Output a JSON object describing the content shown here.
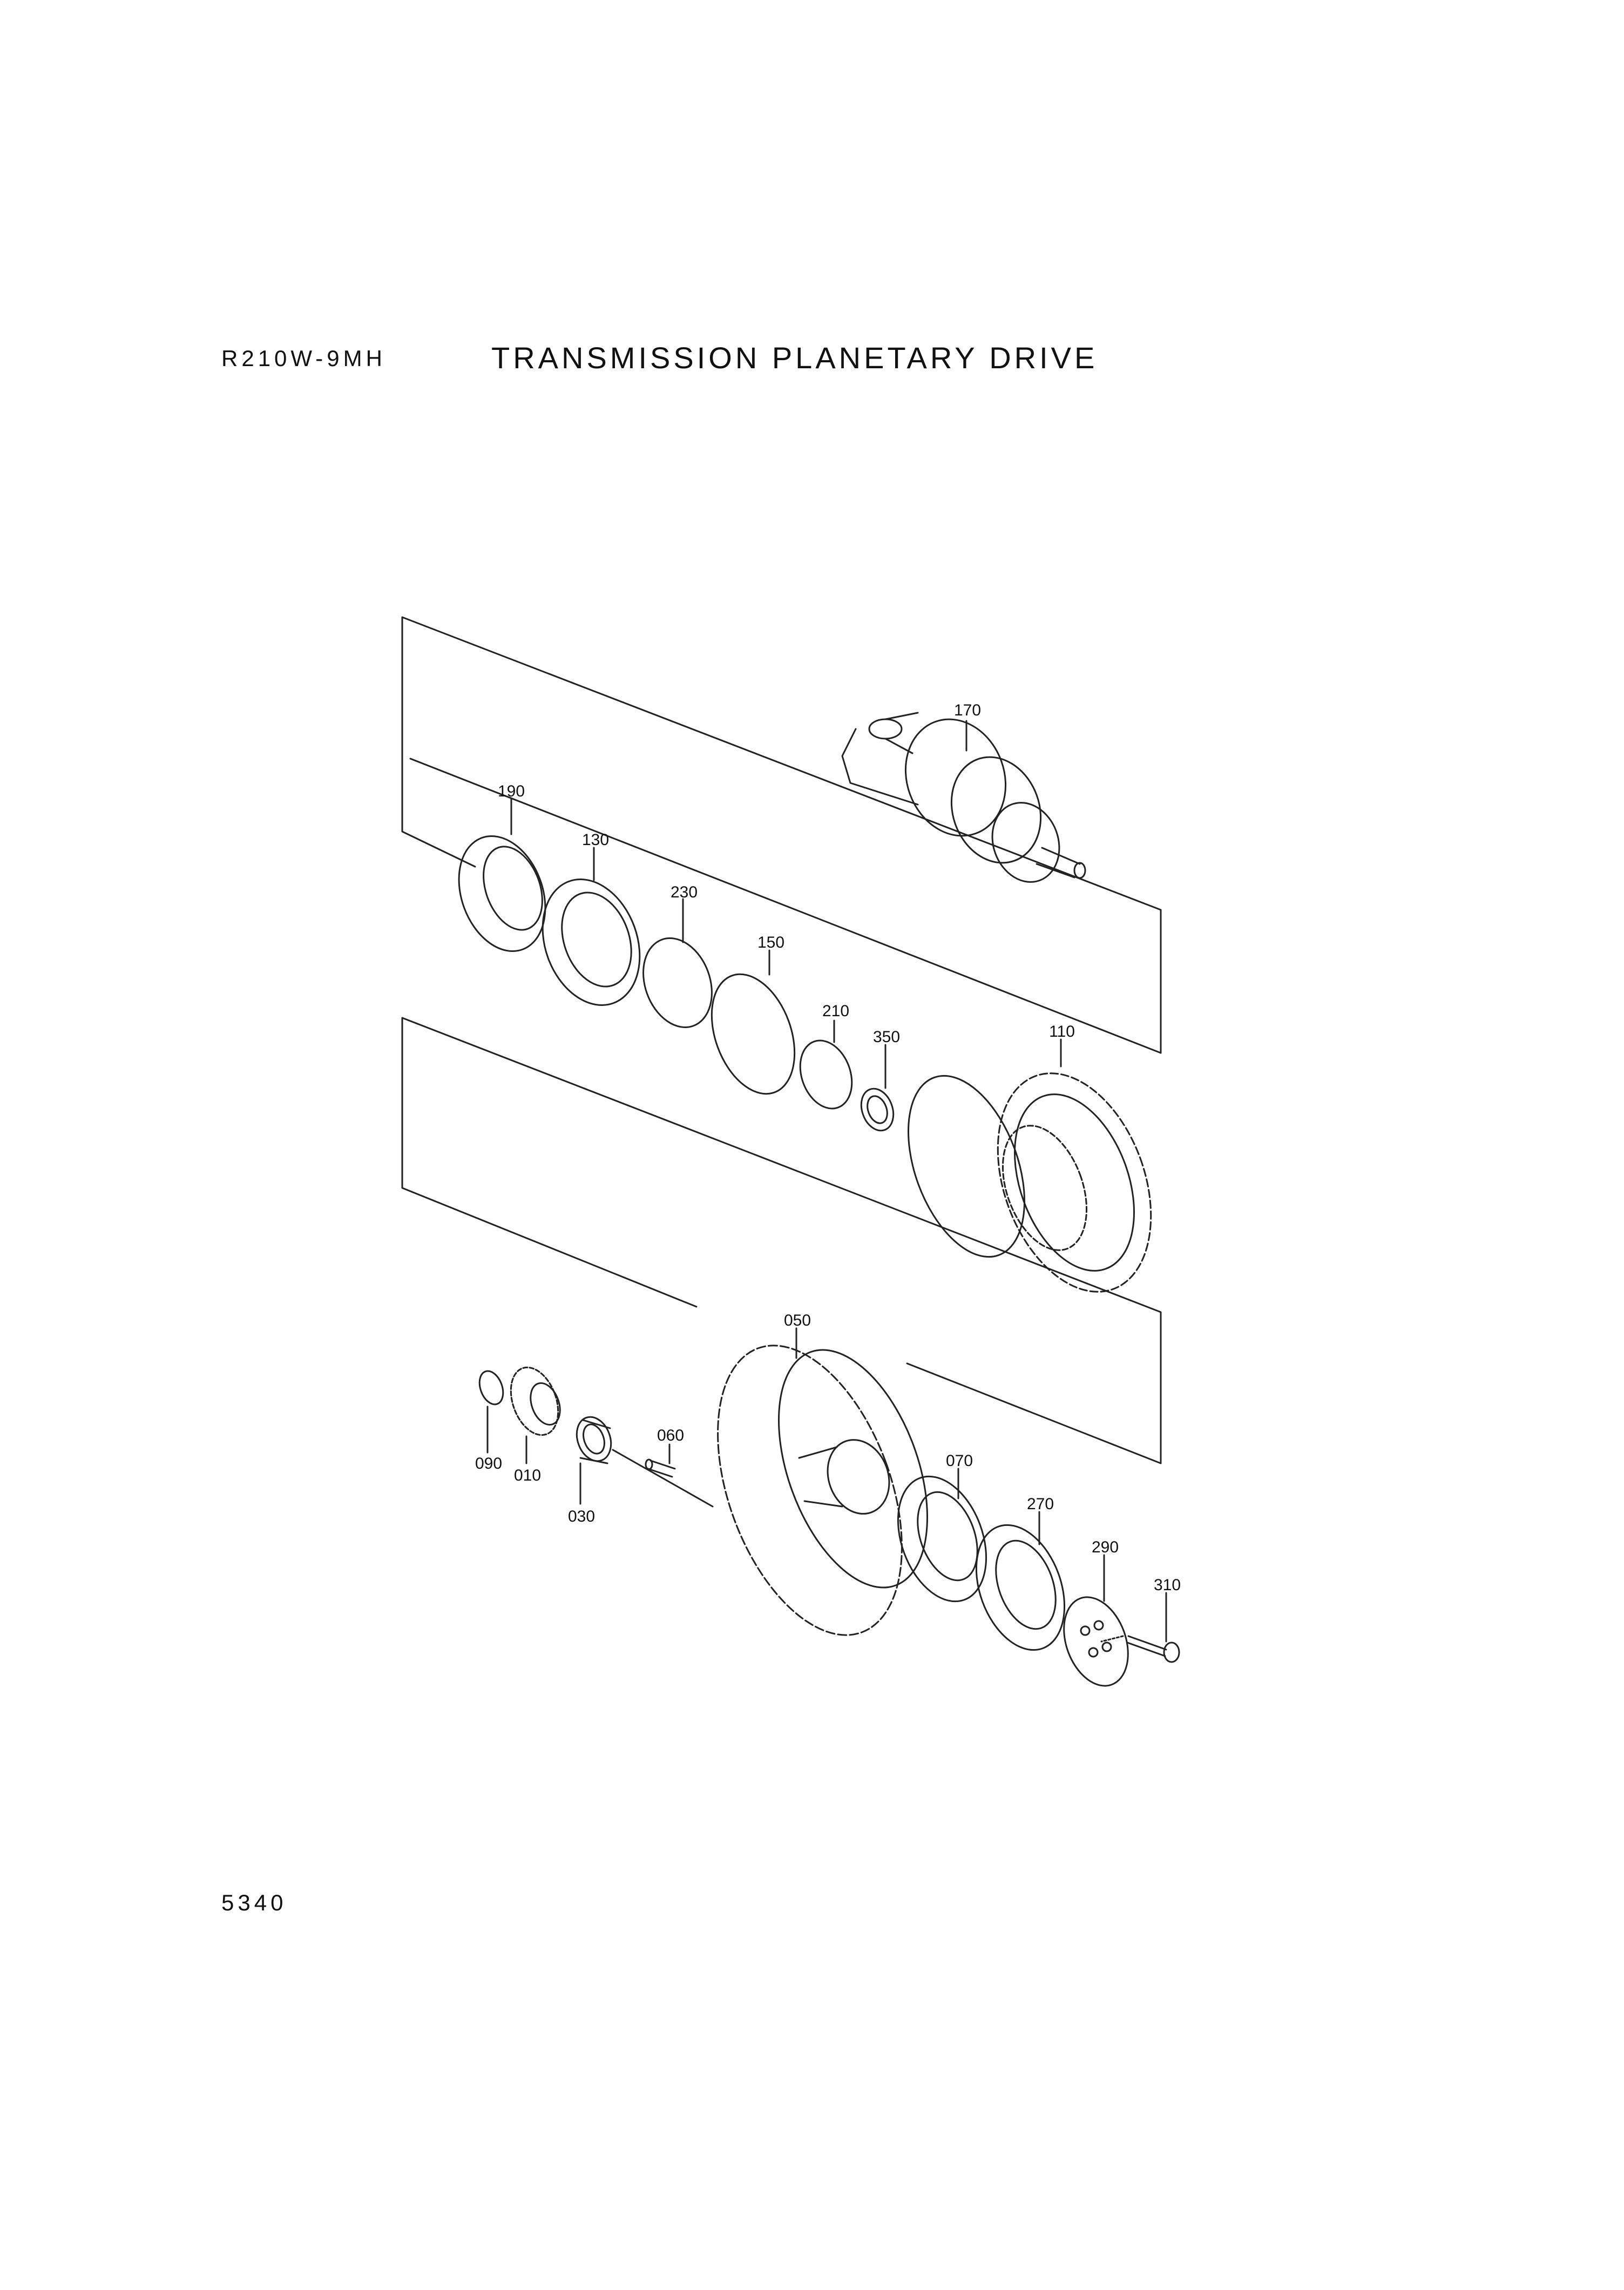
{
  "header": {
    "model": "R210W-9MH",
    "title": "TRANSMISSION PLANETARY DRIVE"
  },
  "footer": {
    "page_number": "5340"
  },
  "parts": [
    {
      "ref": "170"
    },
    {
      "ref": "190"
    },
    {
      "ref": "130"
    },
    {
      "ref": "230"
    },
    {
      "ref": "150"
    },
    {
      "ref": "210"
    },
    {
      "ref": "350"
    },
    {
      "ref": "110"
    },
    {
      "ref": "050"
    },
    {
      "ref": "090"
    },
    {
      "ref": "010"
    },
    {
      "ref": "030"
    },
    {
      "ref": "060"
    },
    {
      "ref": "070"
    },
    {
      "ref": "270"
    },
    {
      "ref": "290"
    },
    {
      "ref": "310"
    }
  ]
}
